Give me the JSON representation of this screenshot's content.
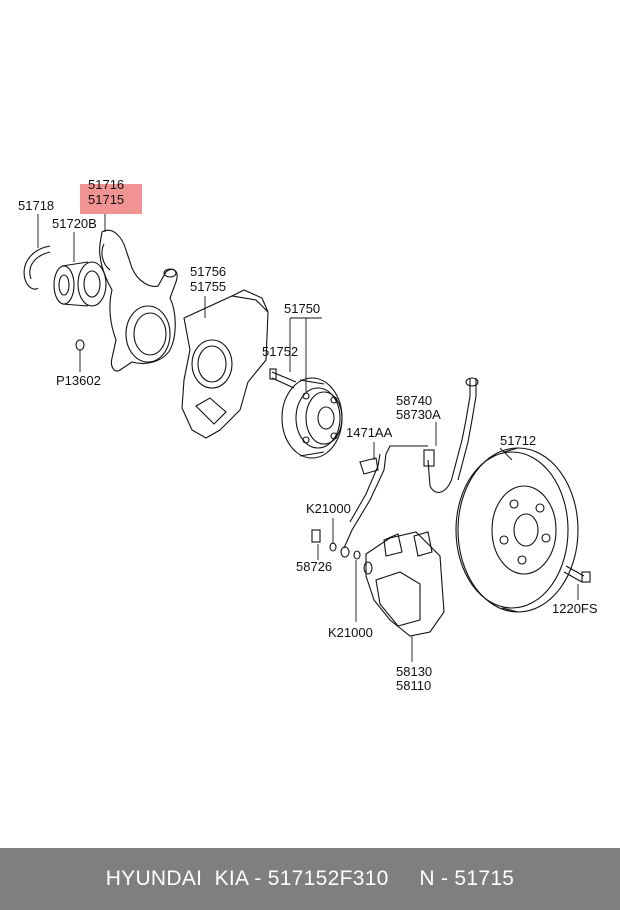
{
  "callouts": {
    "c51716": "51716",
    "c51715": "51715",
    "c51718": "51718",
    "c51720B": "51720B",
    "c51756": "51756",
    "c51755": "51755",
    "c51750": "51750",
    "c51752": "51752",
    "cP13602": "P13602",
    "c58740": "58740",
    "c58730A": "58730A",
    "c1471AA": "1471AA",
    "c51712": "51712",
    "cK21000a": "K21000",
    "c58726": "58726",
    "cK21000b": "K21000",
    "c1220FS": "1220FS",
    "c58130": "58130",
    "c58110": "58110"
  },
  "highlight_color": "#f08080",
  "footer": {
    "brand": "HYUNDAI  KIA",
    "sep1": " - ",
    "part_number": "517152F310",
    "gap": "     ",
    "prefix": "N",
    "sep2": " - ",
    "number": "51715"
  }
}
